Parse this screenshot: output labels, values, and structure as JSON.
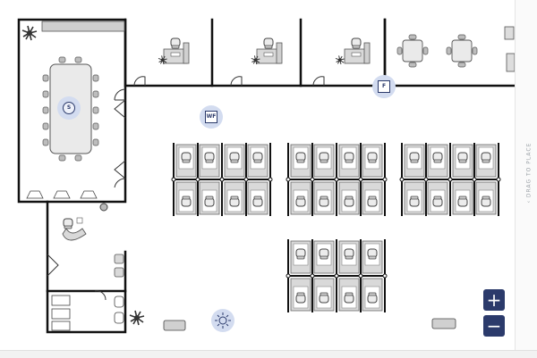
{
  "canvas": {
    "background": "#ffffff",
    "wall_color": "#111111",
    "furniture_fill": "#d9d9d9",
    "furniture_stroke": "#555555"
  },
  "markers": {
    "wifi": {
      "label": "WF",
      "icon": "wifi-access-point-icon"
    },
    "fire": {
      "label": "F",
      "icon": "fire-extinguisher-icon"
    },
    "security": {
      "label": "S",
      "icon": "security-camera-icon"
    },
    "light": {
      "label": "",
      "icon": "ceiling-light-icon"
    }
  },
  "right_panel": {
    "handle_label": "DRAG TO PLACE"
  },
  "zoom": {
    "in_label": "+",
    "out_label": "−"
  },
  "accent_color": "#2b3a6b",
  "marker_halo_color": "#d3dcf0"
}
